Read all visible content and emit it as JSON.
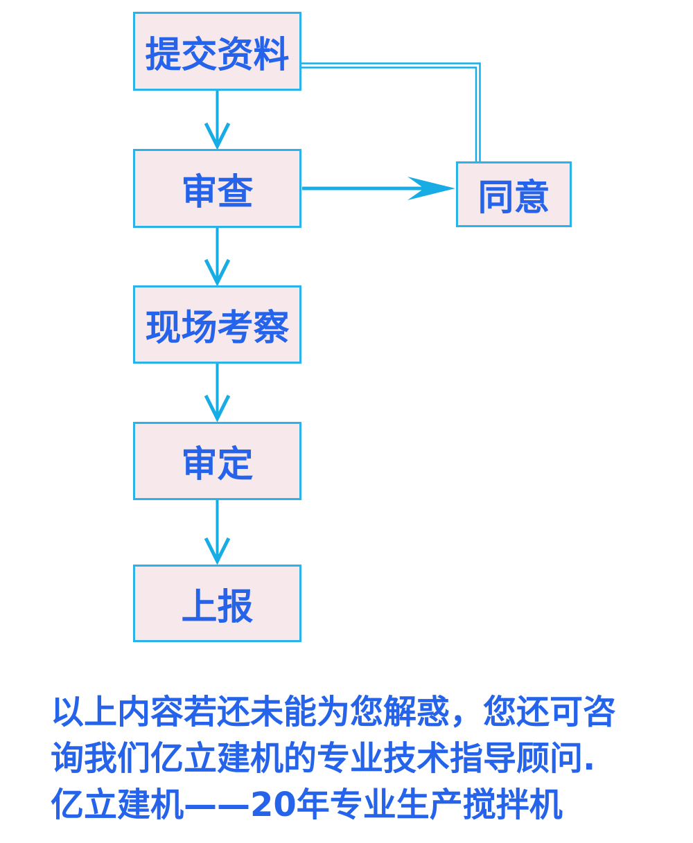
{
  "diagram": {
    "nodes": [
      {
        "id": "submit",
        "label": "提交资料"
      },
      {
        "id": "review",
        "label": "审查"
      },
      {
        "id": "site",
        "label": "现场考察"
      },
      {
        "id": "approve",
        "label": "审定"
      },
      {
        "id": "report",
        "label": "上报"
      },
      {
        "id": "agree",
        "label": "同意"
      }
    ],
    "connectors": [
      {
        "from": "submit",
        "to": "review",
        "style": "arrow"
      },
      {
        "from": "review",
        "to": "site",
        "style": "arrow"
      },
      {
        "from": "site",
        "to": "approve",
        "style": "arrow"
      },
      {
        "from": "approve",
        "to": "report",
        "style": "arrow"
      },
      {
        "from": "review",
        "to": "agree",
        "style": "arrow"
      },
      {
        "from": "submit",
        "to": "agree",
        "style": "double-line"
      }
    ]
  },
  "footer": {
    "lines": [
      "以上内容若还未能为您解惑，您还可咨",
      "询我们亿立建机的专业技术指导顾问.",
      "亿立建机——20年专业生产搅拌机"
    ]
  },
  "colors": {
    "accent_cyan": "#1badе6",
    "box_border": "#2bb2e9",
    "box_fill": "#f7e8eb",
    "text_blue": "#2563eb",
    "line_cyan": "#18ace5"
  }
}
